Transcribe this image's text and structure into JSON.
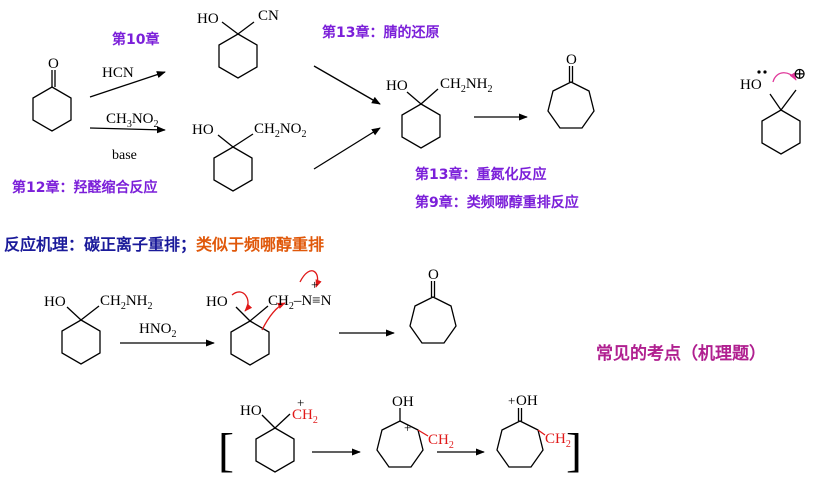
{
  "colors": {
    "chapter_label": "#7b1fd9",
    "mechanism_title": "#1a1a9a",
    "analogy": "#e0580a",
    "key_point": "#b02090",
    "red_highlight": "#e01818",
    "curved_arrow": "#e0389a",
    "bond": "#000000"
  },
  "labels": {
    "ch10": "第10章",
    "ch12": "第12章：羟醛缩合反应",
    "ch13_nitrile": "第13章：腈的还原",
    "ch13_diazo": "第13章：重氮化反应",
    "ch9_pinacol": "第9章：类频哪醇重排反应",
    "mechanism_title": "反应机理：碳正离子重排；",
    "mechanism_analogy": "类似于频哪醇重排",
    "key_point": "常见的考点（机理题）"
  },
  "chem": {
    "ho": "HO",
    "oh": "OH",
    "o": "O",
    "cn": "CN",
    "hcn": "HCN",
    "ch3": "CH",
    "no2": "NO",
    "sub3": "3",
    "sub2": "2",
    "base": "base",
    "ch2": "CH",
    "nh2": "NH",
    "hno": "HNO",
    "plus": "+",
    "n_triple": "N≡N",
    "dash": "–",
    "oplus": "⊕",
    "bracket_l": "[",
    "bracket_r": "]"
  }
}
